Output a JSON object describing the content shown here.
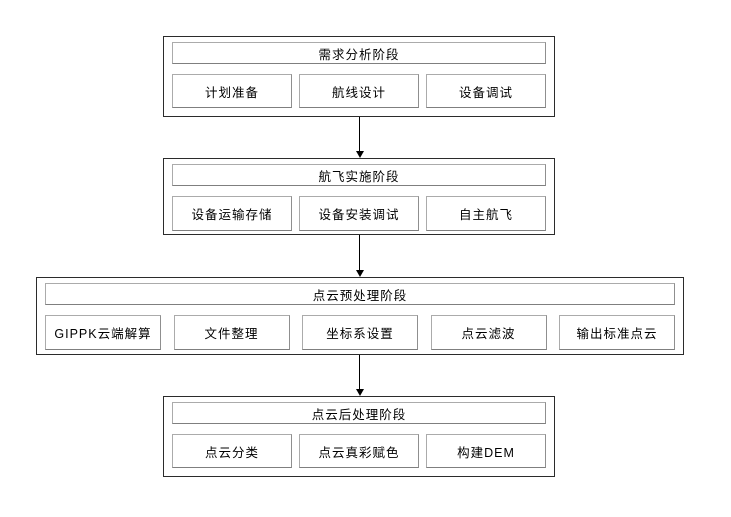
{
  "diagram": {
    "title": "UAV LiDAR point cloud workflow flowchart",
    "colors": {
      "background": "#ffffff",
      "outer_border": "#2b2b2b",
      "inner_border": "#9a9a9a",
      "arrow": "#000000",
      "text": "#000000"
    },
    "stages": [
      {
        "title": "需求分析阶段",
        "items": [
          "计划准备",
          "航线设计",
          "设备调试"
        ]
      },
      {
        "title": "航飞实施阶段",
        "items": [
          "设备运输存储",
          "设备安装调试",
          "自主航飞"
        ]
      },
      {
        "title": "点云预处理阶段",
        "items": [
          "GIPPK云端解算",
          "文件整理",
          "坐标系设置",
          "点云滤波",
          "输出标准点云"
        ]
      },
      {
        "title": "点云后处理阶段",
        "items": [
          "点云分类",
          "点云真彩赋色",
          "构建DEM"
        ]
      }
    ]
  }
}
